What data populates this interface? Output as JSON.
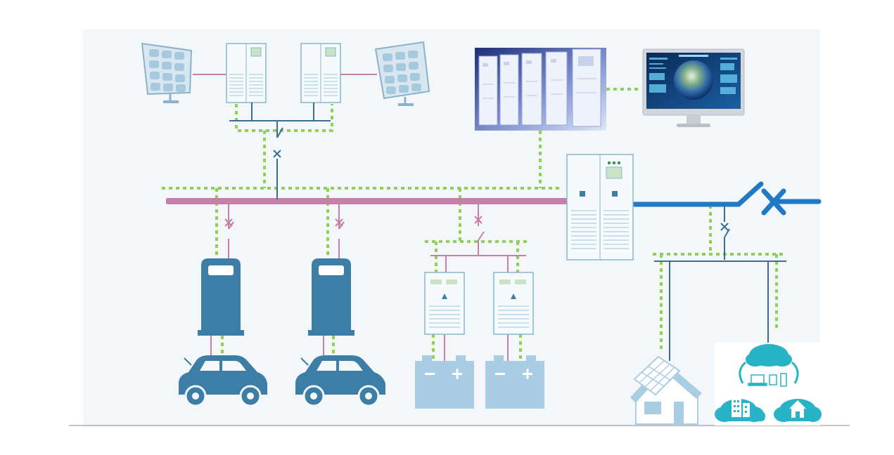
{
  "diagram": {
    "colors": {
      "background": "#ffffff",
      "panel": "#f3f7f9",
      "ac_bus": "#c57fa9",
      "grid_line": "#1f79c4",
      "comm_line": "#8fd156",
      "feeder": "#3a6f93",
      "device_fill": "#3d7ea6",
      "device_light": "#a9cde3",
      "cabinet_stroke": "#86b8cf",
      "cloud": "#29b3c6"
    },
    "nodes": [
      {
        "name": "solar-panel-left",
        "icon": "solar-panel-icon"
      },
      {
        "name": "pv-inverter-left",
        "icon": "inverter-cabinet-icon"
      },
      {
        "name": "pv-inverter-right",
        "icon": "inverter-cabinet-icon"
      },
      {
        "name": "solar-panel-right",
        "icon": "solar-panel-icon"
      },
      {
        "name": "server-rack-group",
        "icon": "server-rack-icon"
      },
      {
        "name": "monitoring-monitor",
        "icon": "monitor-icon"
      },
      {
        "name": "grid-switch-cabinet",
        "icon": "switchgear-cabinet-icon"
      },
      {
        "name": "ev-charger-left",
        "icon": "ev-charger-icon"
      },
      {
        "name": "ev-charger-right",
        "icon": "ev-charger-icon"
      },
      {
        "name": "electric-car-left",
        "icon": "car-icon"
      },
      {
        "name": "electric-car-right",
        "icon": "car-icon"
      },
      {
        "name": "storage-converter-left",
        "icon": "converter-cabinet-icon"
      },
      {
        "name": "storage-converter-right",
        "icon": "converter-cabinet-icon"
      },
      {
        "name": "battery-left",
        "icon": "battery-icon"
      },
      {
        "name": "battery-right",
        "icon": "battery-icon"
      },
      {
        "name": "solar-house",
        "icon": "house-icon"
      },
      {
        "name": "cloud-services",
        "icon": "cloud-icon"
      }
    ]
  }
}
